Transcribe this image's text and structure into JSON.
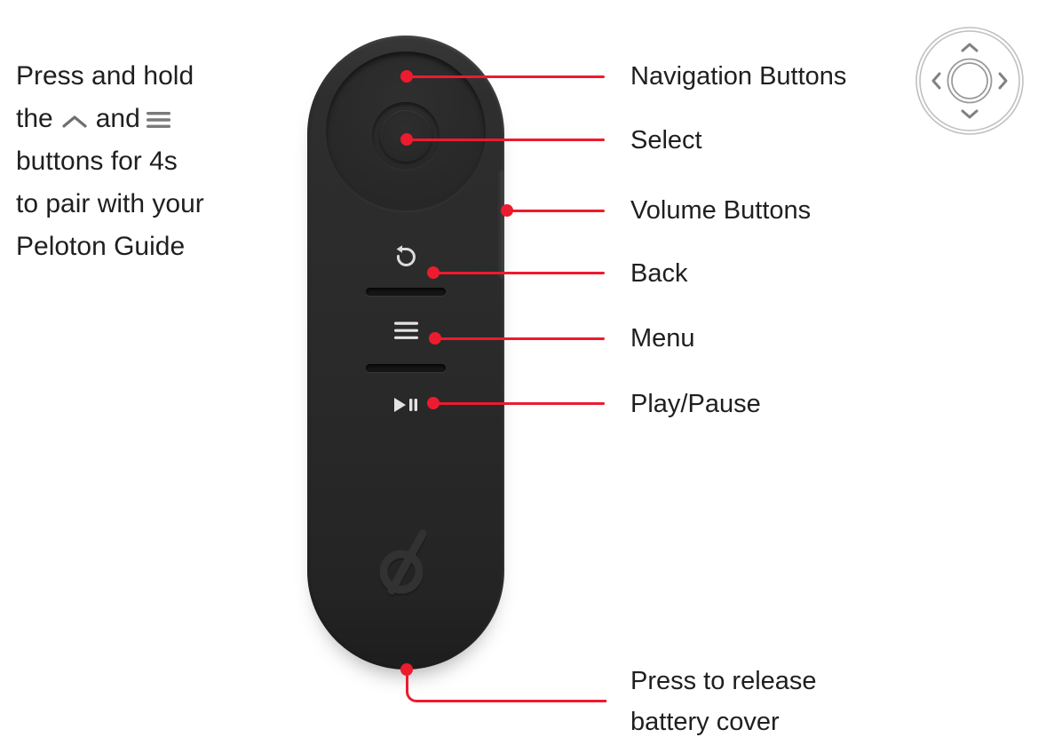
{
  "colors": {
    "accent_red": "#ed1b2e",
    "text": "#1f1f1f",
    "inline_icon_gray": "#6f6f6f",
    "remote_body": "#2a2a2a",
    "remote_glyph": "#e3e3e3",
    "dpad_ring_gray": "#c0c0c0",
    "dpad_chevron_gray": "#818181"
  },
  "pair_note": {
    "line1": "Press and hold",
    "line2_pre": "the",
    "line2_mid": "and",
    "line3": "buttons for 4s",
    "line4": "to pair with your",
    "line5": "Peloton Guide",
    "inline_icons": [
      "chevron-up-icon",
      "menu-lines-icon"
    ]
  },
  "callouts": {
    "items": [
      {
        "label": "Navigation Buttons"
      },
      {
        "label": "Select"
      },
      {
        "label": "Volume Buttons"
      },
      {
        "label": "Back"
      },
      {
        "label": "Menu"
      },
      {
        "label": "Play/Pause"
      }
    ],
    "battery": {
      "line1": "Press to release",
      "line2": "battery cover"
    }
  },
  "remote": {
    "icons": [
      "back-icon",
      "menu-lines-icon",
      "play-pause-icon",
      "peloton-logo"
    ],
    "corner_icon": "directional-pad-icon"
  }
}
